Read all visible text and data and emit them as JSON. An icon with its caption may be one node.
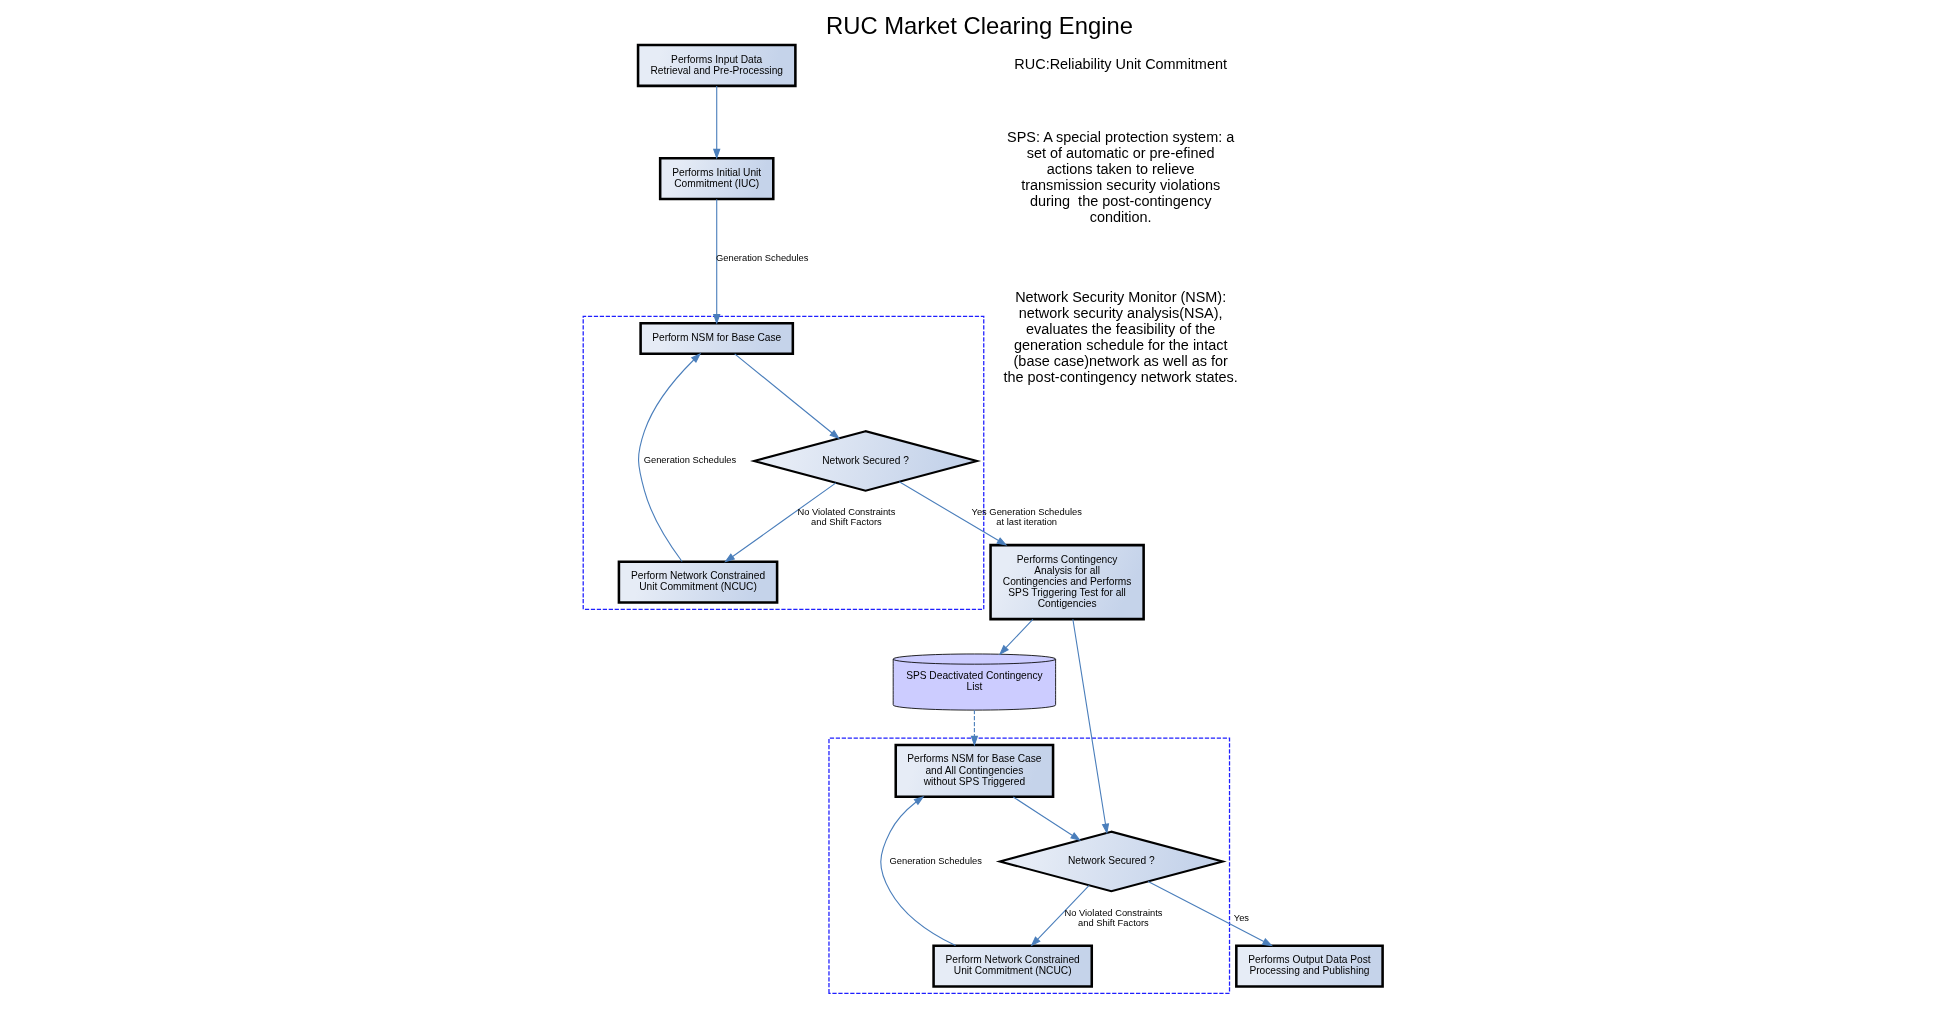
{
  "diagram": {
    "title": "RUC Market Clearing Engine",
    "nodes": [
      {
        "text": [],
        "shape": "box"
      },
      {
        "text": [
          "Performs Input Data Retrieval and Pre‑Processing"
        ]
      },
      {
        "text": [
          "Performs Initial Unit Commitment (IUC)"
        ]
      },
      {
        "text": [
          "Perform NSM for Base Case"
        ],
        "in": 0
      },
      {
        "text": [
          "Network Secured ?"
        ],
        "in": 0
      },
      {
        "text": [
          "Perform Network Constrained Unit Commitment (NCUC)"
        ],
        "in": 0
      },
      {
        "text": [
          "SPS Deactivated Contingency List"
        ]
      },
      {
        "text": [
          "Performs Contingency Analysis for all Contingencies and Performs SPS Triggering Test for all Contigencies"
        ]
      },
      {
        "text": [],
        "shape": "box"
      },
      {
        "text": [
          "Performs NSM for Base Case and All Contingencies without SPS Triggered"
        ],
        "in": 8
      },
      {
        "text": [
          "Network Secured ?"
        ],
        "in": 8
      },
      {
        "text": [
          "Perform Network Constrained Unit Commitment (NCUC)"
        ],
        "in": 8
      },
      {
        "text": [
          "Performs Output Data Post Processing and Publishing"
        ]
      }
    ],
    "edges": [
      {
        "from": 1,
        "to": 2,
        "arrow": "to"
      },
      {
        "from": 2,
        "to": 3,
        "arrow": "to",
        "label": "Generation Schedules"
      },
      {
        "from": 3,
        "to": 4,
        "arrow": "to"
      },
      {
        "from": 4,
        "to": 5,
        "arrow": "to",
        "label": "No Violated Constraints and Shift Factors"
      },
      {
        "from": 5,
        "to": 3,
        "arrow": "to",
        "label": "Generation Schedules"
      },
      {
        "from": 4,
        "to": 7,
        "arrow": "to",
        "label": "Yes Generation Schedules at last iteration"
      },
      {
        "from": 7,
        "to": 6,
        "arrow": "to"
      },
      {
        "from": 6,
        "to": 9,
        "arrow": "to",
        "style": "dashed"
      },
      {
        "from": 7,
        "to": 10,
        "arrow": "to"
      },
      {
        "from": 9,
        "to": 10,
        "arrow": "to"
      },
      {
        "from": 10,
        "to": 11,
        "arrow": "to",
        "label": "No Violated Constraints and Shift Factors"
      },
      {
        "from": 11,
        "to": 9,
        "arrow": "to",
        "label": "Generation Schedules"
      },
      {
        "from": 10,
        "to": 12,
        "arrow": "to",
        "label": "Yes"
      }
    ],
    "labels": [
      "RUC:Reliability Unit Commitment",
      "SPS: A special protection system: a set of automatic or pre-efined actions taken to relieve transmission security violations during  the post-contingency condition.",
      "Network Security Monitor (NSM): network security analysis(NSA), evaluates the feasibility of the generation schedule for the intact (base case)network as well as for the post-contingency network states."
    ]
  }
}
